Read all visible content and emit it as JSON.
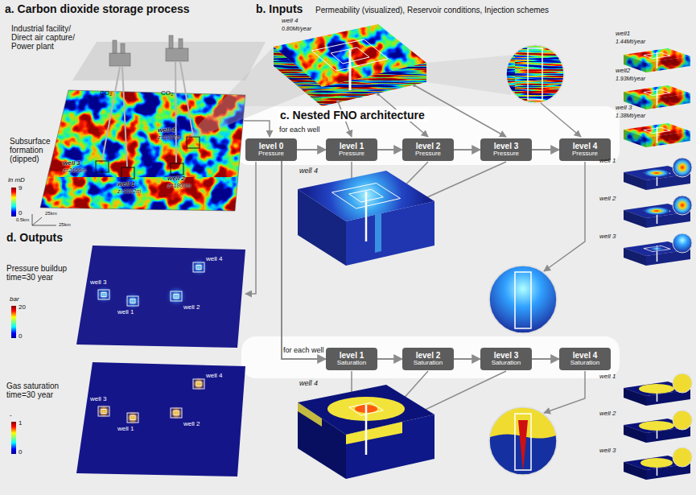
{
  "diagram": {
    "nodes": [
      {
        "text": [
          "level 0",
          "Pressure"
        ]
      },
      {
        "text": [
          "level 1",
          "Pressure"
        ]
      },
      {
        "text": [
          "level 2",
          "Pressure"
        ]
      },
      {
        "text": [
          "level 3",
          "Pressure"
        ]
      },
      {
        "text": [
          "level 4",
          "Pressure"
        ]
      },
      {
        "text": [
          "level 1",
          "Saturation"
        ]
      },
      {
        "text": [
          "level 2",
          "Saturation"
        ]
      },
      {
        "text": [
          "level 3",
          "Saturation"
        ]
      },
      {
        "text": [
          "level 4",
          "Saturation"
        ]
      }
    ],
    "edges": [
      {
        "from": 0,
        "to": 1,
        "arrow": "to"
      },
      {
        "from": 1,
        "to": 2,
        "arrow": "to"
      },
      {
        "from": 2,
        "to": 3,
        "arrow": "to"
      },
      {
        "from": 3,
        "to": 4,
        "arrow": "to"
      },
      {
        "from": 0,
        "to": 5,
        "arrow": "to"
      },
      {
        "from": 5,
        "to": 6,
        "arrow": "to"
      },
      {
        "from": 6,
        "to": 7,
        "arrow": "to"
      },
      {
        "from": 7,
        "to": 8,
        "arrow": "to"
      }
    ],
    "labels": [
      "a. Carbon dioxide storage process",
      "Industrial facility/ Direct air capture/ Power plant",
      "CO₂",
      "CO₂",
      "Subsurface formation (dipped)",
      "well 3",
      "z=2166m",
      "well 4",
      "z=1227m",
      "well 1",
      "z=2102m",
      "well 2",
      "z=1803m",
      "ln mD",
      "9",
      "0",
      "0.5km",
      "25km",
      "25km",
      "b. Inputs",
      "Permeability (visualized), Reservoir conditions, Injection schemes",
      "well 4",
      "0.80Mt/year",
      "well1",
      "1.44Mt/year",
      "well2",
      "1.93Mt/year",
      "well 3",
      "1.38Mt/year",
      "c. Nested FNO architecture",
      "for each well",
      "for each well",
      "well 4",
      "well 1",
      "well 2",
      "well 3",
      "well 4",
      "well 1",
      "well 2",
      "well 3",
      "d. Outputs",
      "Pressure buildup time=30 year",
      "bar",
      "20",
      "0",
      "well 3",
      "well 1",
      "well 2",
      "well 4",
      "Gas saturation time=30 year",
      "-",
      "1",
      "0",
      "well 3",
      "well 1",
      "well 2",
      "well 4"
    ]
  }
}
